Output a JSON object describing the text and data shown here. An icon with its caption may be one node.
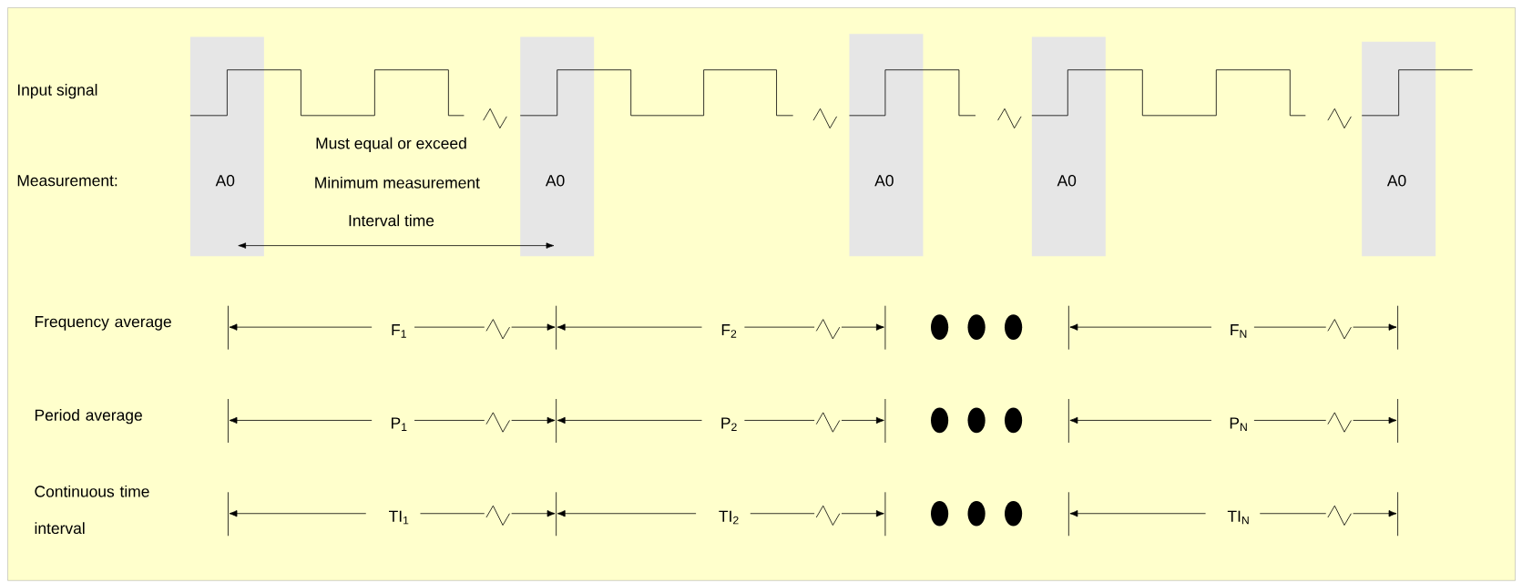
{
  "diagram": {
    "nodes": [
      {
        "text": [
          "A0"
        ]
      },
      {
        "text": [
          "A0"
        ]
      },
      {
        "text": [
          "A0"
        ]
      },
      {
        "text": [
          "A0"
        ]
      },
      {
        "text": [
          "A0"
        ]
      }
    ],
    "labels": [
      "Input signal",
      "Measurement:",
      "Must equal or exceed",
      "Minimum measurement",
      "Interval time",
      "Frequency average",
      "F$_{1}$",
      "F$_{2}$",
      "F$_{N}$",
      "Period average",
      "P$_{1}$",
      "P$_{2}$",
      "P$_{N}$",
      "Continuous time interval",
      "TI$_{1}$",
      "TI$_{2}$",
      "TI$_{N}$"
    ]
  }
}
